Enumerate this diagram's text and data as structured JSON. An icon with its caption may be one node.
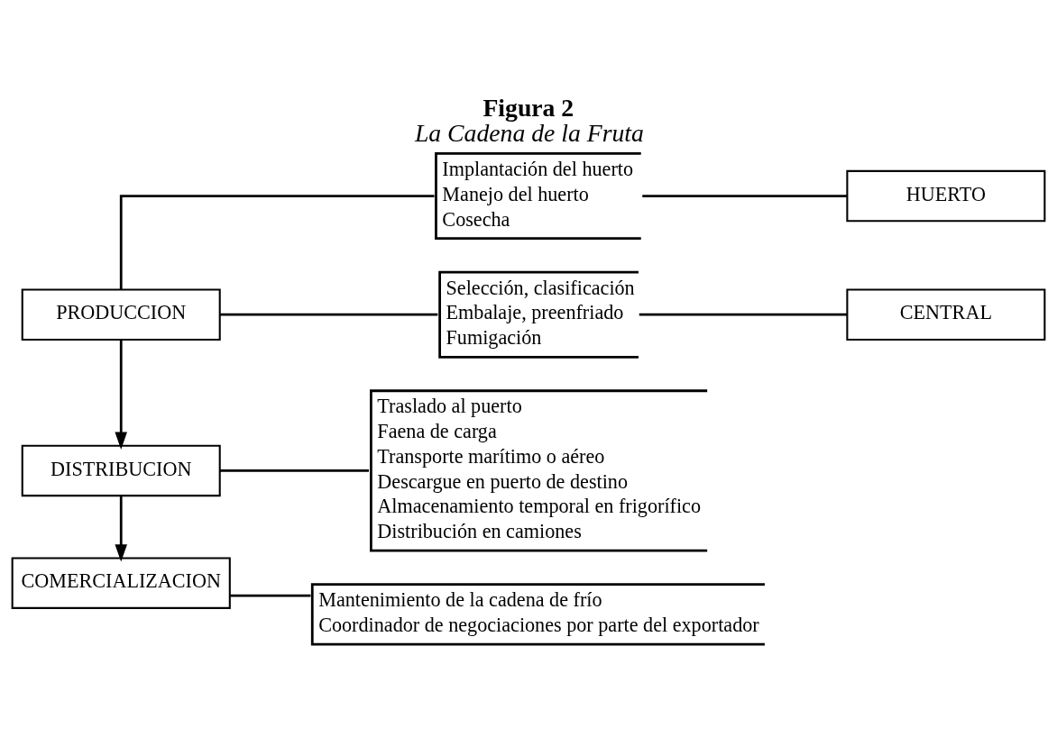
{
  "diagram": {
    "title": "Figura 2",
    "caption": "La Cadena de la Fruta",
    "nodes": [
      {
        "text": [
          "PRODUCCION"
        ]
      },
      {
        "text": [
          "Implantación del huerto",
          "Manejo del huerto",
          "Cosecha"
        ]
      },
      {
        "text": [
          "Selección, clasificación",
          "Embalaje, preenfriado",
          "Fumigación"
        ]
      },
      {
        "text": [
          "HUERTO"
        ]
      },
      {
        "text": [
          "CENTRAL"
        ]
      },
      {
        "text": [
          "DISTRIBUCION"
        ]
      },
      {
        "text": [
          "Traslado al puerto",
          "Faena de carga",
          "Transporte marítimo o aéreo",
          "Descargue en puerto de destino",
          "Almacenamiento temporal en frigorífico",
          "Distribución en camiones"
        ]
      },
      {
        "text": [
          "COMERCIALIZACION"
        ]
      },
      {
        "text": [
          "Mantenimiento de la cadena de frío",
          "Coordinador de negociaciones por parte del exportador"
        ]
      }
    ],
    "edges": [
      {
        "from": 0,
        "to": 1,
        "arrow": "none"
      },
      {
        "from": 0,
        "to": 2,
        "arrow": "none"
      },
      {
        "from": 1,
        "to": 3,
        "arrow": "none"
      },
      {
        "from": 2,
        "to": 4,
        "arrow": "none"
      },
      {
        "from": 0,
        "to": 5,
        "arrow": "to"
      },
      {
        "from": 5,
        "to": 6,
        "arrow": "none"
      },
      {
        "from": 5,
        "to": 7,
        "arrow": "to"
      },
      {
        "from": 7,
        "to": 8,
        "arrow": "none"
      }
    ]
  }
}
